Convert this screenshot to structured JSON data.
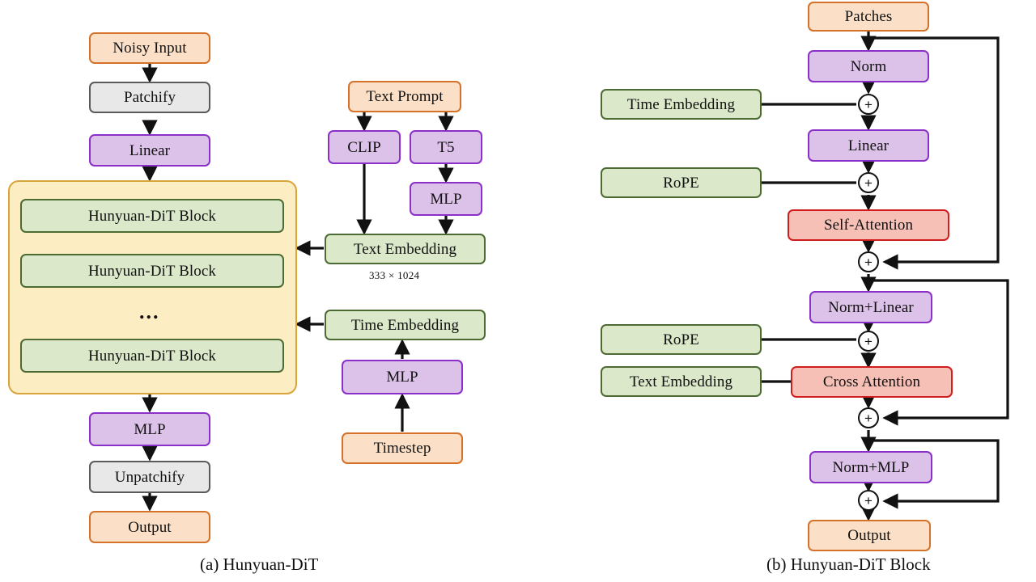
{
  "figure": {
    "panel_a": {
      "caption": "(a) Hunyuan-DiT",
      "nodes": {
        "noisy_input": "Noisy Input",
        "patchify": "Patchify",
        "linear": "Linear",
        "block_1": "Hunyuan-DiT Block",
        "block_2": "Hunyuan-DiT Block",
        "blocks_ellipsis": "...",
        "block_n": "Hunyuan-DiT Block",
        "mlp_out": "MLP",
        "unpatchify": "Unpatchify",
        "output": "Output",
        "text_prompt": "Text Prompt",
        "clip": "CLIP",
        "t5": "T5",
        "mlp_text": "MLP",
        "text_embedding": "Text Embedding",
        "text_embedding_dims": "333 × 1024",
        "time_embedding": "Time Embedding",
        "mlp_time": "MLP",
        "timestep": "Timestep"
      }
    },
    "panel_b": {
      "caption": "(b) Hunyuan-DiT Block",
      "nodes": {
        "patches": "Patches",
        "norm": "Norm",
        "time_embedding": "Time Embedding",
        "linear": "Linear",
        "rope_1": "RoPE",
        "self_attention": "Self-Attention",
        "norm_linear": "Norm+Linear",
        "rope_2": "RoPE",
        "text_embedding": "Text Embedding",
        "cross_attention": "Cross Attention",
        "norm_mlp": "Norm+MLP",
        "output": "Output",
        "plus_1": "+",
        "plus_2": "+",
        "plus_3": "+",
        "plus_4": "+",
        "plus_5": "+",
        "plus_6": "+"
      }
    }
  },
  "colors": {
    "orange_fill": "#fbdfc6",
    "orange_stroke": "#d4722a",
    "gray_fill": "#e8e8e8",
    "gray_stroke": "#5a5a5a",
    "purple_fill": "#dcc1e8",
    "purple_stroke": "#8b2fc9",
    "green_fill": "#dbe8c9",
    "green_stroke": "#4b6b32",
    "red_fill": "#f6c0b7",
    "red_stroke": "#d01e1e",
    "yellow_fill": "#fcedc3",
    "yellow_stroke": "#d9a43a",
    "wire": "#111111",
    "background": "#ffffff"
  }
}
